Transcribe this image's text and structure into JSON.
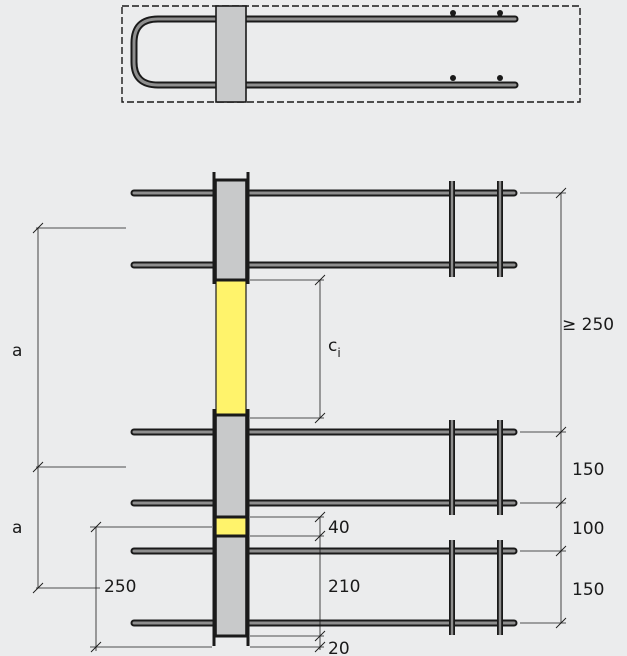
{
  "labels": {
    "a_upper": "a",
    "a_lower": "a",
    "ci_main": "c",
    "ci_sub": "i",
    "min_250": "≥ 250",
    "d150_a": "150",
    "d100": "100",
    "d150_b": "150",
    "d40": "40",
    "d210": "210",
    "d250": "250",
    "d20": "20"
  },
  "colors": {
    "background": "#ebeced",
    "concrete": "#c8c9ca",
    "joint_fill": "#fff36b",
    "line": "#1a1a1a",
    "rebar_core": "#8e8e8e"
  }
}
